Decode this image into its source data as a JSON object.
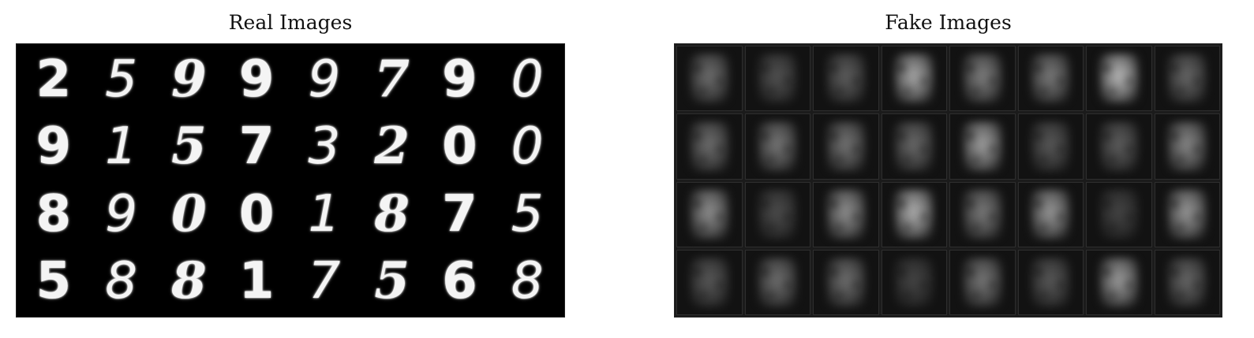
{
  "real_panel": {
    "title": "Real Images",
    "digits": [
      [
        "2",
        "5",
        "9",
        "9",
        "9",
        "7",
        "9",
        "0"
      ],
      [
        "9",
        "1",
        "5",
        "7",
        "3",
        "2",
        "0",
        "0"
      ],
      [
        "8",
        "9",
        "0",
        "0",
        "1",
        "8",
        "7",
        "5"
      ],
      [
        "5",
        "8",
        "8",
        "1",
        "7",
        "5",
        "6",
        "8"
      ]
    ]
  },
  "fake_panel": {
    "title": "Fake Images",
    "brightness": [
      [
        0.55,
        0.38,
        0.45,
        0.9,
        0.65,
        0.62,
        1.0,
        0.5
      ],
      [
        0.55,
        0.6,
        0.58,
        0.52,
        0.85,
        0.42,
        0.45,
        0.7
      ],
      [
        0.75,
        0.35,
        0.75,
        0.95,
        0.62,
        0.8,
        0.3,
        0.8
      ],
      [
        0.42,
        0.55,
        0.55,
        0.3,
        0.6,
        0.42,
        0.82,
        0.5
      ]
    ]
  },
  "colors": {
    "background": "#ffffff",
    "frame": "#000000",
    "digit": "#f4f4f4"
  }
}
